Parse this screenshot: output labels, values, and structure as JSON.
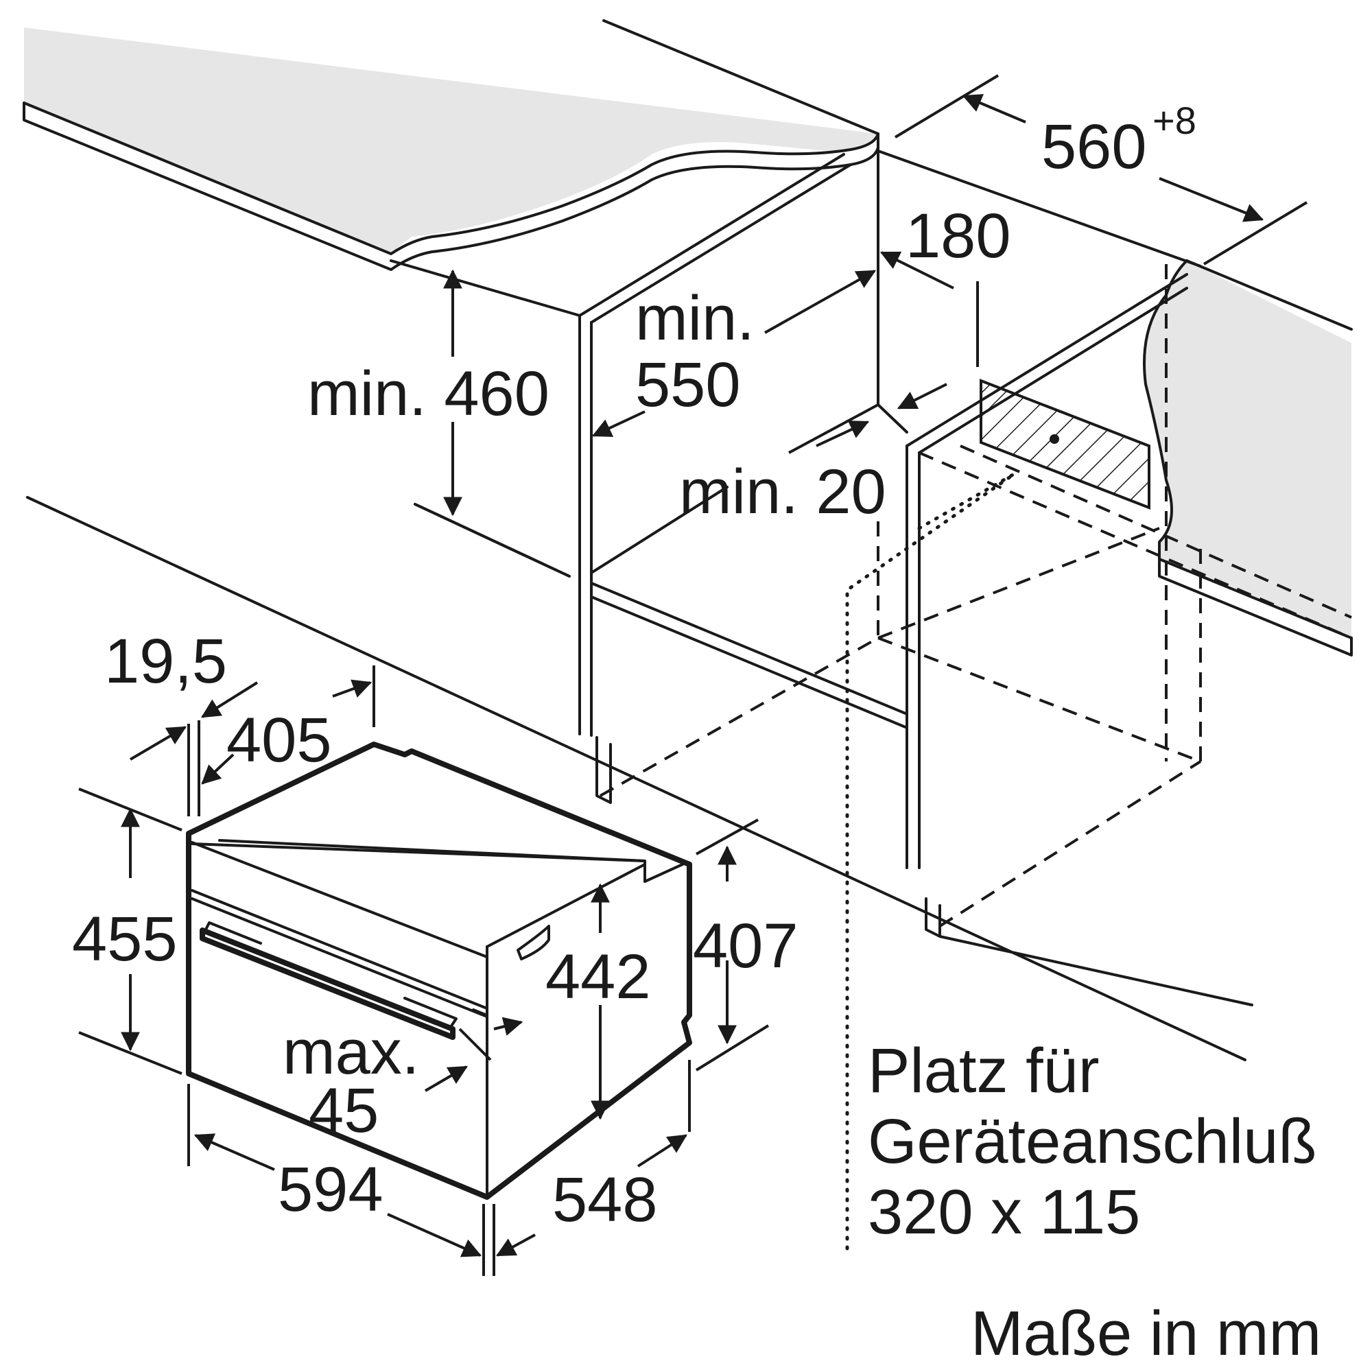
{
  "dimensions": {
    "niche_width": "560",
    "niche_width_tolerance": "+8",
    "rear_gap": "180",
    "min_height": "min. 460",
    "min_depth_line1": "min.",
    "min_depth_line2": "550",
    "min_clearance": "min. 20",
    "front_offset": "19,5",
    "top_depth": "405",
    "front_height": "455",
    "inner_height": "442",
    "body_height": "407",
    "max_recess_line1": "max.",
    "max_recess_line2": "45",
    "width": "594",
    "depth": "548"
  },
  "note": {
    "line1": "Platz für",
    "line2": "Geräteanschluß",
    "line3": "320 x 115"
  },
  "units": "Maße in mm",
  "colors": {
    "stroke": "#1a1a1a",
    "countertop": "#e6e6e6",
    "background": "#ffffff"
  }
}
